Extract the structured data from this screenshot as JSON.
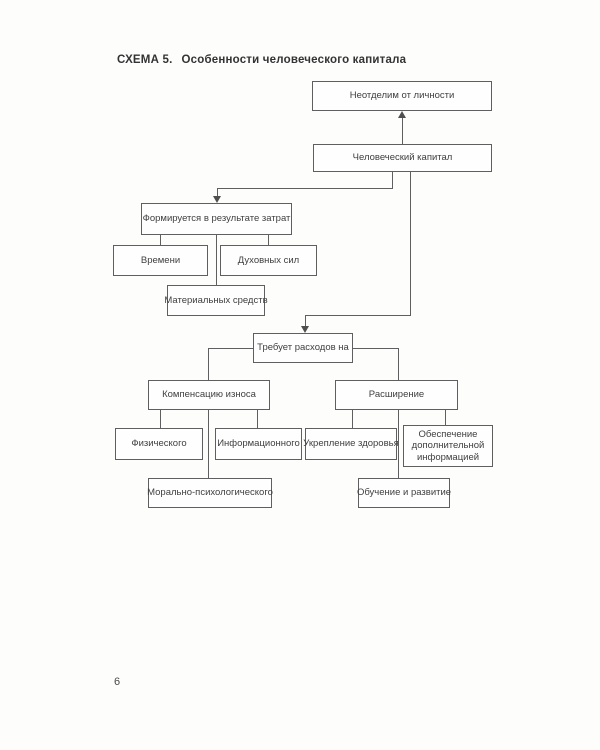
{
  "header": {
    "schema_label": "СХЕМА 5.",
    "title": "Особенности человеческого капитала"
  },
  "footer": {
    "page_number": "6"
  },
  "colors": {
    "background": "#ffffff",
    "line": "#5f5f5f",
    "text": "#404040"
  },
  "diagram": {
    "type": "flowchart",
    "boxes": [
      {
        "id": "neotdelim-ot-lichnosti",
        "label": "Неотделим от личности"
      },
      {
        "id": "chelovecheskiy-kapital",
        "label": "Человеческий капитал"
      },
      {
        "id": "formiruetsya-v-rezultate-zatrat",
        "label": "Формируется в результате затрат"
      },
      {
        "id": "vremeni",
        "label": "Времени"
      },
      {
        "id": "dukhovnykh-sil",
        "label": "Духовных сил"
      },
      {
        "id": "materialnykh-sredstv",
        "label": "Материальных средств"
      },
      {
        "id": "trebuet-raskhodov-na",
        "label": "Требует расходов на"
      },
      {
        "id": "kompensatsiyu-iznosa",
        "label": "Компенсацию износа"
      },
      {
        "id": "rasshirenie",
        "label": "Расширение"
      },
      {
        "id": "fizicheskogo",
        "label": "Физического"
      },
      {
        "id": "informatsionnogo",
        "label": "Информационного"
      },
      {
        "id": "ukreplenie-zdorovya",
        "label": "Укрепление здоровья"
      },
      {
        "id": "obespechenie-dopolnitelnoy-informatsiey",
        "label": "Обеспечение дополнительной информацией"
      },
      {
        "id": "moralno-psikhologicheskogo",
        "label": "Морально-психологического"
      },
      {
        "id": "obuchenie-i-razvitie",
        "label": "Обучение и развитие"
      }
    ],
    "edges": [
      {
        "from": "chelovecheskiy-kapital",
        "to": "neotdelim-ot-lichnosti",
        "arrow": true
      },
      {
        "from": "chelovecheskiy-kapital",
        "to": "formiruetsya-v-rezultate-zatrat",
        "arrow": true
      },
      {
        "from": "chelovecheskiy-kapital",
        "to": "trebuet-raskhodov-na",
        "arrow": true
      },
      {
        "from": "formiruetsya-v-rezultate-zatrat",
        "to": "vremeni",
        "arrow": false
      },
      {
        "from": "formiruetsya-v-rezultate-zatrat",
        "to": "dukhovnykh-sil",
        "arrow": false
      },
      {
        "from": "formiruetsya-v-rezultate-zatrat",
        "to": "materialnykh-sredstv",
        "arrow": false
      },
      {
        "from": "trebuet-raskhodov-na",
        "to": "kompensatsiyu-iznosa",
        "arrow": false
      },
      {
        "from": "trebuet-raskhodov-na",
        "to": "rasshirenie",
        "arrow": false
      },
      {
        "from": "kompensatsiyu-iznosa",
        "to": "fizicheskogo",
        "arrow": false
      },
      {
        "from": "kompensatsiyu-iznosa",
        "to": "informatsionnogo",
        "arrow": false
      },
      {
        "from": "kompensatsiyu-iznosa",
        "to": "moralno-psikhologicheskogo",
        "arrow": false
      },
      {
        "from": "rasshirenie",
        "to": "ukreplenie-zdorovya",
        "arrow": false
      },
      {
        "from": "rasshirenie",
        "to": "obespechenie-dopolnitelnoy-informatsiey",
        "arrow": false
      },
      {
        "from": "rasshirenie",
        "to": "obuchenie-i-razvitie",
        "arrow": false
      }
    ]
  }
}
